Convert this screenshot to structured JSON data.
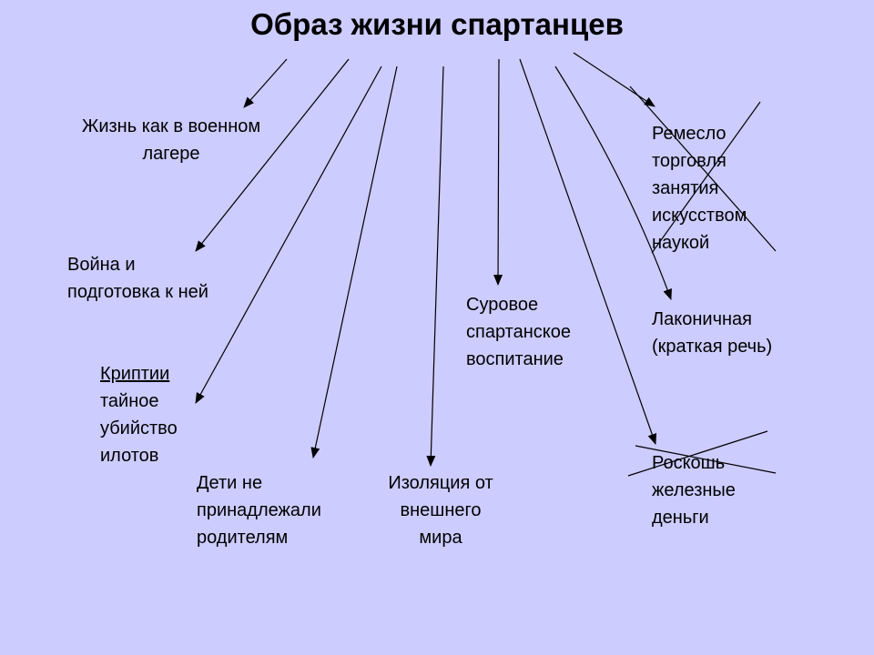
{
  "title": "Образ жизни спартанцев",
  "nodes": {
    "military_camp": {
      "lines": [
        "Жизнь как в военном",
        "лагере"
      ],
      "crossed_out": false
    },
    "war": {
      "lines": [
        "Война и",
        "подготовка к ней"
      ],
      "crossed_out": false
    },
    "krypteia": {
      "lines": [
        "Криптии",
        "тайное",
        "убийство",
        "илотов"
      ],
      "crossed_out": false
    },
    "children": {
      "lines": [
        "Дети не",
        "принадлежали",
        "родителям"
      ],
      "crossed_out": false
    },
    "isolation": {
      "lines": [
        "Изоляция от",
        "внешнего",
        "мира"
      ],
      "crossed_out": false
    },
    "upbringing": {
      "lines": [
        "Суровое",
        "спартанское",
        "воспитание"
      ],
      "crossed_out": false
    },
    "laconic": {
      "lines": [
        "Лаконичная",
        "(краткая речь)"
      ],
      "crossed_out": false
    },
    "crafts": {
      "lines": [
        "Ремесло",
        "торговля",
        "занятия",
        "искусством",
        "наукой"
      ],
      "crossed_out": true
    },
    "luxury": {
      "lines": [
        "Роскошь",
        "железные",
        "деньги"
      ],
      "crossed_out": true
    }
  }
}
